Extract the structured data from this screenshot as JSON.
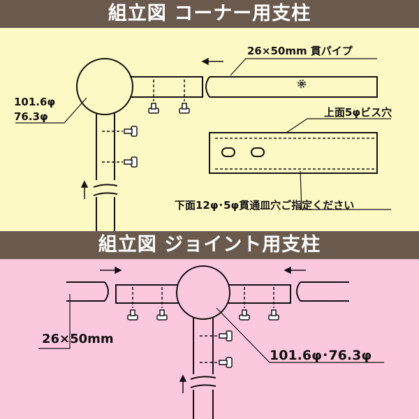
{
  "top": {
    "title": "組立図 コーナー用支柱",
    "label_pipe": "26×50mm 貫パイプ",
    "label_dia1": "101.6φ",
    "label_dia2": "76.3φ",
    "label_screw_hole": "上面5φビス穴",
    "label_bottom_holes": "下面12φ･5φ貫通皿穴ご指定ください"
  },
  "bottom": {
    "title": "組立図 ジョイント用支柱",
    "label_pipe": "26×50mm",
    "label_dia": "101.6φ･76.3φ"
  },
  "colors": {
    "banner": "#6a5a4e",
    "top_bg": "#fdf9c4",
    "bottom_bg": "#fcc8dd",
    "line": "#111111"
  }
}
